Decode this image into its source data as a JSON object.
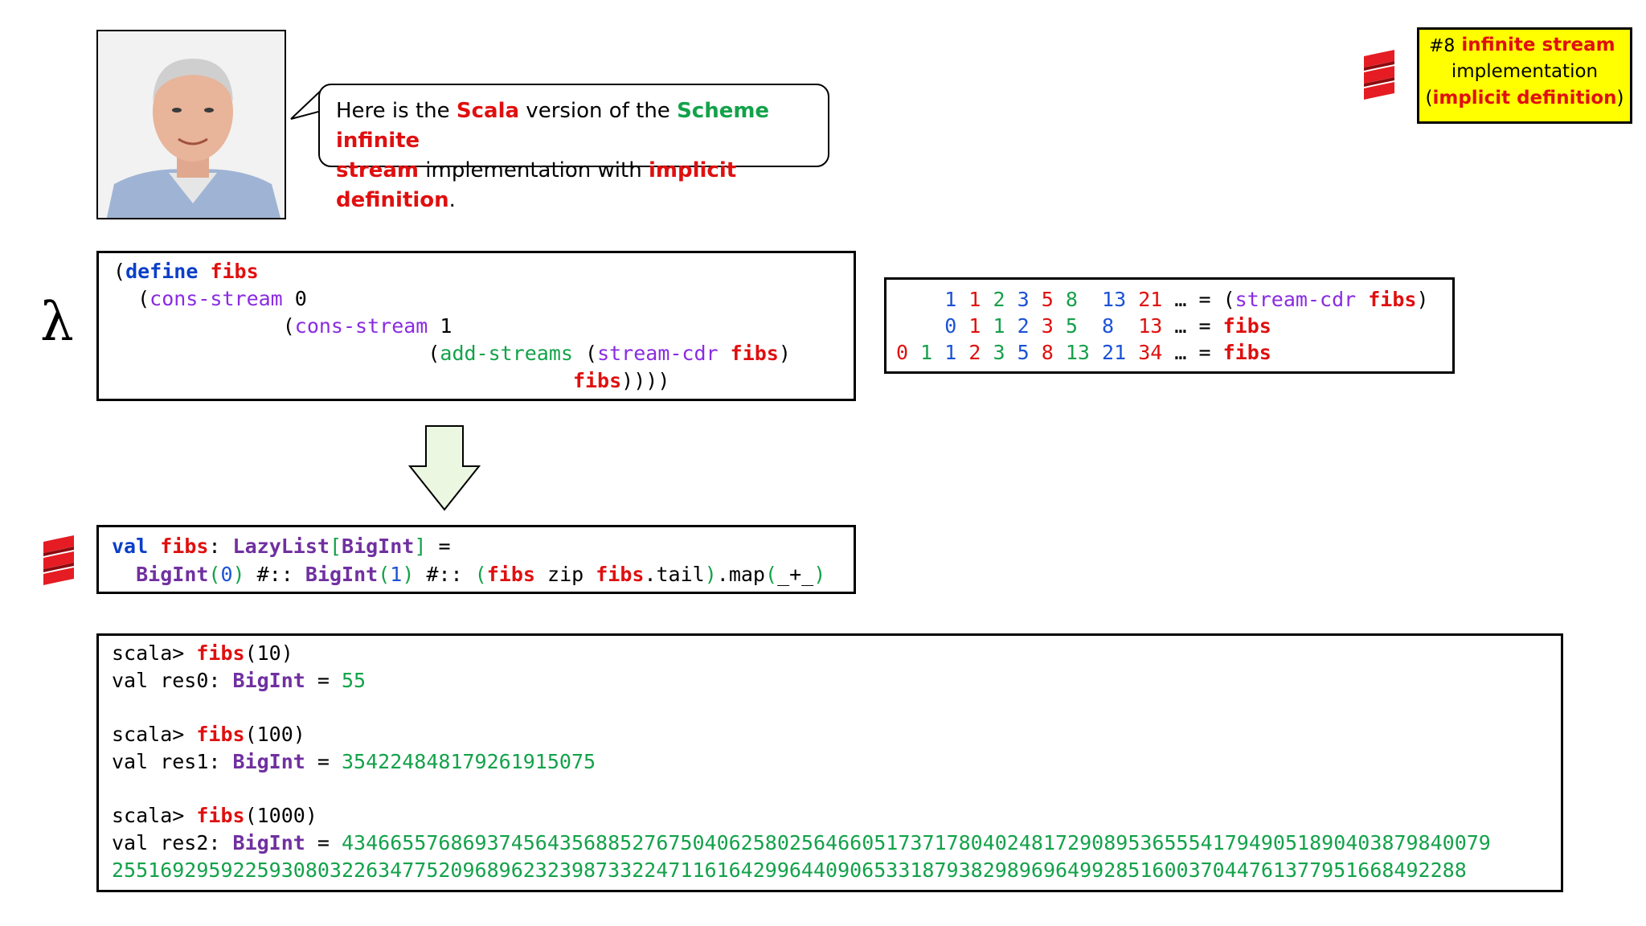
{
  "bubble": {
    "t1": "Here is the ",
    "scala": "Scala",
    "t2": " version of the ",
    "scheme": "Scheme",
    "sp": " ",
    "infinite": "infinite",
    "stream": "stream",
    "t3": " implementation with ",
    "implicit": "implicit definition",
    "dot": "."
  },
  "tag": {
    "number": "#8",
    "line1": "infinite stream",
    "line2": "implementation",
    "open": "(",
    "line3": "implicit definition",
    "close": ")"
  },
  "lambda": "λ",
  "scheme_code": {
    "l1_open": "(",
    "define": "define",
    "fibs": "fibs",
    "cons_stream": "cons-stream",
    "zero": "0",
    "one": "1",
    "add_streams": "add-streams",
    "stream_cdr": "stream-cdr",
    "close4": "))))",
    "close1": ")"
  },
  "streams": {
    "row1": [
      "1",
      "1",
      "2",
      "3",
      "5",
      "8",
      "13",
      "21"
    ],
    "row2": [
      "0",
      "1",
      "1",
      "2",
      "3",
      "5",
      "8",
      "13"
    ],
    "row3": [
      "0",
      "1",
      "1",
      "2",
      "3",
      "5",
      "8",
      "13",
      "21",
      "34"
    ],
    "ellipsis": "…",
    "eq": "=",
    "stream_cdr": "stream-cdr",
    "fibs": "fibs"
  },
  "scala_code": {
    "val": "val",
    "fibs": "fibs",
    "colon": ": ",
    "lazylist": "LazyList",
    "lb": "[",
    "bigint": "BigInt",
    "rb": "]",
    "eq": " =",
    "zero": "0",
    "one": "1",
    "cons": "#::",
    "zip": "zip",
    "tail": ".tail",
    "map": ".map",
    "lambda": "_+_"
  },
  "repl": {
    "prompt": "scala> ",
    "fibs": "fibs",
    "arg1": "(10)",
    "arg2": "(100)",
    "arg3": "(1000)",
    "res0": "val res0: ",
    "res1": "val res1: ",
    "res2": "val res2: ",
    "bigint": "BigInt",
    "eq": " = ",
    "val0": "55",
    "val1": "354224848179261915075",
    "val2a": "43466557686937456435688527675040625802564660517371780402481729089536555417949051890403879840079",
    "val2b": "2551692959225930803226347752096896232398733224711616429964409065331879382989696499285160037044761377951668492288"
  },
  "colors": {
    "keyword_blue": "#0b3fc9",
    "fibs_red": "#e00f0f",
    "purple": "#8a2be2",
    "green": "#13a24a",
    "tag_yellow": "#ffff00"
  },
  "icons": [
    "scala-logo-icon",
    "lambda-icon",
    "down-arrow-icon"
  ]
}
